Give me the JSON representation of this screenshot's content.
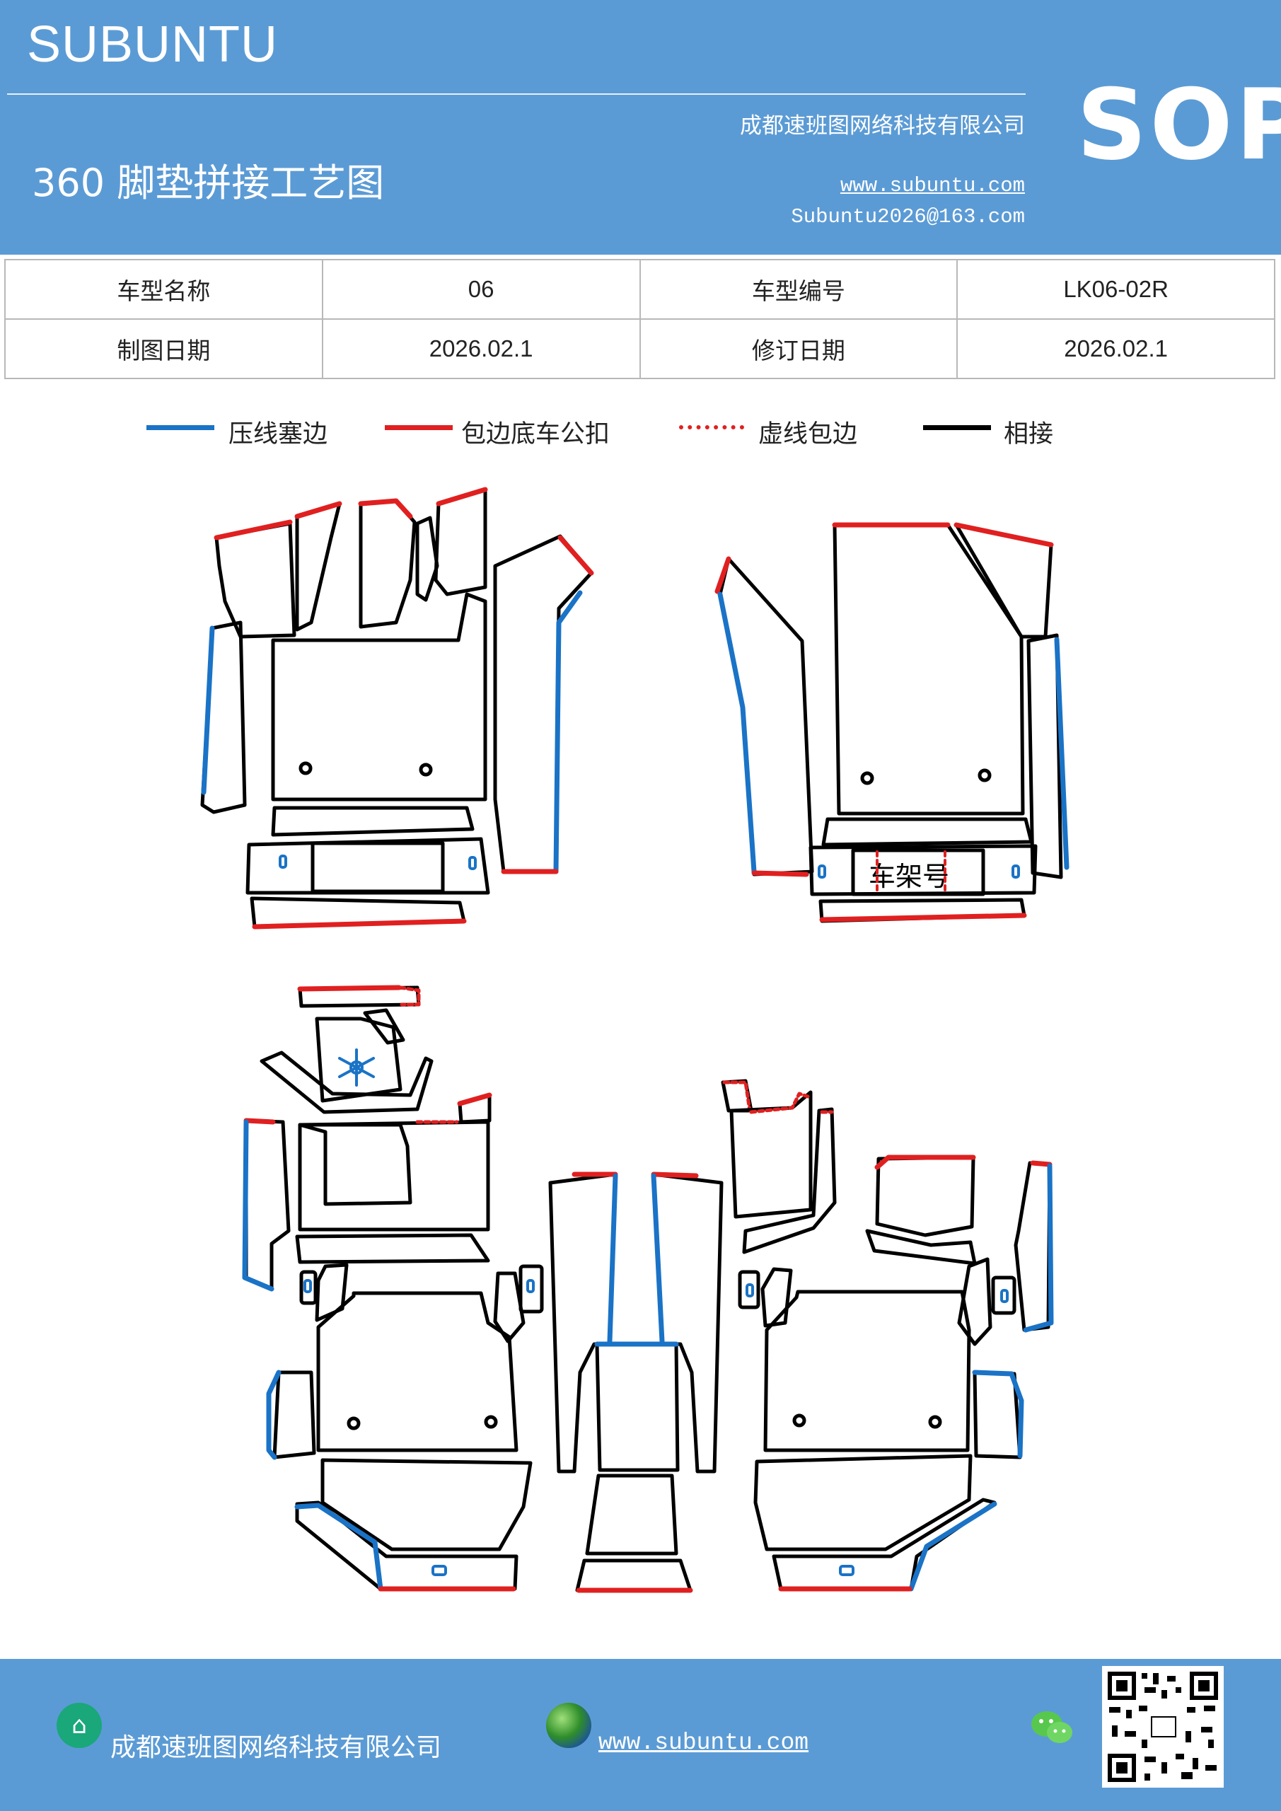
{
  "header": {
    "brand": "SUBUNTU",
    "company": "成都速班图网络科技有限公司",
    "title": "360 脚垫拼接工艺图",
    "website": "www.subuntu.com",
    "email": "Subuntu2026@163.com",
    "badge": "SOP"
  },
  "info_table": {
    "row1": {
      "label_a": "车型名称",
      "value_a": "06",
      "label_b": "车型编号",
      "value_b": "LK06-02R"
    },
    "row2": {
      "label_a": "制图日期",
      "value_a": "2026.02.1",
      "label_b": "修订日期",
      "value_b": "2026.02.1"
    }
  },
  "legend": [
    {
      "label": "压线塞边",
      "color": "#1a73c6",
      "style": "solid"
    },
    {
      "label": "包边底车公扣",
      "color": "#e02020",
      "style": "solid"
    },
    {
      "label": "虚线包边",
      "color": "#e02020",
      "style": "dotted"
    },
    {
      "label": "相接",
      "color": "#000000",
      "style": "solid"
    }
  ],
  "diagram": {
    "frame_label": "车架号"
  },
  "footer": {
    "company": "成都速班图网络科技有限公司",
    "website": "www.subuntu.com"
  },
  "colors": {
    "header_bg": "#5b9bd5",
    "blue_edge": "#1a73c6",
    "red_edge": "#e02020",
    "join_line": "#000000"
  },
  "icons": [
    "company-icon",
    "globe-icon",
    "wechat-icon",
    "qr-code-icon"
  ]
}
